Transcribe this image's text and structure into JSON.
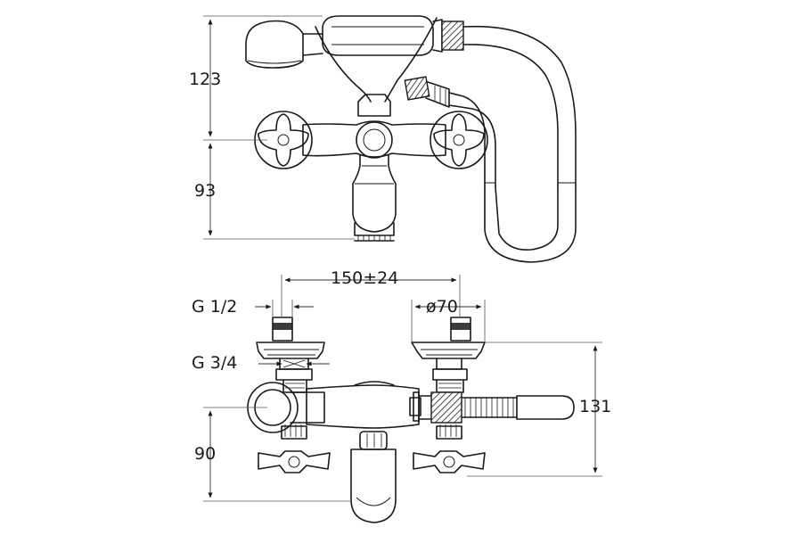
{
  "figure": {
    "type": "technical-drawing"
  },
  "dimensions": {
    "front_top_height": "123",
    "front_bottom_height": "93",
    "center_distance": "150±24",
    "inlet_thread": "G 1/2",
    "outlet_thread": "G 3/4",
    "rosette_diameter": "ø70",
    "total_depth": "131",
    "spout_height": "90"
  },
  "colors": {
    "line": "#1a1a1a",
    "background": "#ffffff"
  }
}
